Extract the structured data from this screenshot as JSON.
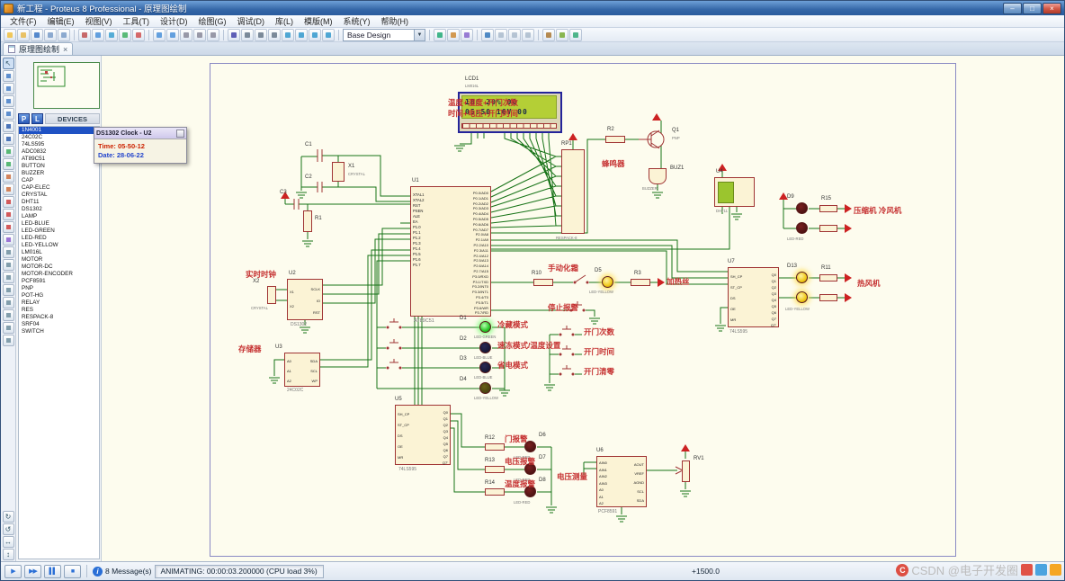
{
  "window": {
    "title": "新工程 - Proteus 8 Professional - 原理图绘制",
    "controls": {
      "minimize": "–",
      "maximize": "□",
      "close": "×"
    }
  },
  "menubar": {
    "items": [
      "文件(F)",
      "编辑(E)",
      "视图(V)",
      "工具(T)",
      "设计(D)",
      "绘图(G)",
      "调试(D)",
      "库(L)",
      "模版(M)",
      "系统(Y)",
      "帮助(H)"
    ]
  },
  "toolbar": {
    "design_combo": "Base Design",
    "dropdown_glyph": "▼"
  },
  "tabbar": {
    "tabs": [
      {
        "label": "原理图绘制",
        "close_glyph": "×"
      }
    ]
  },
  "icons": {
    "pointer": "↖",
    "rotate_cw": "↻",
    "rotate_ccw": "↺",
    "mirror_h": "↔",
    "mirror_v": "↕"
  },
  "sidebar": {
    "pick_label": "P",
    "library_label": "L",
    "header": "DEVICES",
    "selected_device": "1N4001",
    "devices": [
      "1N4001",
      "24C02C",
      "74LS595",
      "ADC0832",
      "AT89C51",
      "BUTTON",
      "BUZZER",
      "CAP",
      "CAP-ELEC",
      "CRYSTAL",
      "DHT11",
      "DS1302",
      "LAMP",
      "LED-BLUE",
      "LED-GREEN",
      "LED-RED",
      "LED-YELLOW",
      "LM016L",
      "MOTOR",
      "MOTOR-DC",
      "MOTOR-ENCODER",
      "PCF8591",
      "PNP",
      "POT-HG",
      "RELAY",
      "RES",
      "RESPACK-8",
      "SRF04",
      "SWITCH"
    ]
  },
  "popup": {
    "title": "DS1302 Clock - U2",
    "time": "Time: 05-50-12",
    "date": "Date: 28-06-22"
  },
  "schematic": {
    "lcd": {
      "ref": "LCD1",
      "type": "LM016L",
      "line1": "18C 20%  00",
      "line2": "05:50 16V 00"
    },
    "ann": {
      "lcd_top": "温度+湿度+开门次数",
      "lcd_bottom": "时间+电压+开门时间",
      "buzzer": "蜂鸣器",
      "compressor": "压缩机 冷风机",
      "hot_fan": "热风机",
      "heater": "加热丝",
      "manual_defrost": "手动化霜",
      "stop_alarm": "停止报警",
      "rtc": "实时时钟",
      "memory": "存储器",
      "mode_cold": "冷藏模式",
      "mode_freeze": "速冻模式/温度设置",
      "mode_eco": "省电模式",
      "door_count": "开门次数",
      "door_time": "开门时间",
      "door_clear": "开门清零",
      "alarm_door": "门报警",
      "alarm_volt": "电压报警",
      "alarm_temp": "温度报警",
      "volt_measure": "电压测量"
    },
    "comp": {
      "u1": {
        "ref": "U1",
        "type": "AT89C51"
      },
      "u2": {
        "ref": "U2",
        "type": "DS1302"
      },
      "u3": {
        "ref": "U3",
        "type": "24C02C"
      },
      "u4": {
        "ref": "U4",
        "type": "DHT11"
      },
      "u5": {
        "ref": "U5",
        "type": "74LS595"
      },
      "u6": {
        "ref": "U6",
        "type": "PCF8591"
      },
      "u7": {
        "ref": "U7",
        "type": "74LS595"
      },
      "rp1": {
        "ref": "RP1",
        "type": "RESPACK-8"
      },
      "x1": {
        "ref": "X1",
        "type": "CRYSTAL"
      },
      "x2": {
        "ref": "X2",
        "type": "CRYSTAL"
      },
      "c1": {
        "ref": "C1"
      },
      "c2": {
        "ref": "C2"
      },
      "c3": {
        "ref": "C3"
      },
      "r1": {
        "ref": "R1"
      },
      "r2": {
        "ref": "R2"
      },
      "r3": {
        "ref": "R3"
      },
      "r10": {
        "ref": "R10"
      },
      "r11": {
        "ref": "R11"
      },
      "r12": {
        "ref": "R12"
      },
      "r13": {
        "ref": "R13"
      },
      "r14": {
        "ref": "R14"
      },
      "r15": {
        "ref": "R15"
      },
      "q1": {
        "ref": "Q1",
        "type": "PNP"
      },
      "buz1": {
        "ref": "BUZ1",
        "type": "BUZZER"
      },
      "rv1": {
        "ref": "RV1"
      },
      "d1": {
        "ref": "D1",
        "type": "LED-GREEN"
      },
      "d2": {
        "ref": "D2",
        "type": "LED-BLUE"
      },
      "d3": {
        "ref": "D3",
        "type": "LED-BLUE"
      },
      "d4": {
        "ref": "D4",
        "type": "LED-YELLOW"
      },
      "d5": {
        "ref": "D5",
        "type": "LED-YELLOW"
      },
      "d6": {
        "ref": "D6",
        "type": "LED-RED"
      },
      "d7": {
        "ref": "D7",
        "type": "LED-RED"
      },
      "d8": {
        "ref": "D8",
        "type": "LED-RED"
      },
      "d9": {
        "ref": "D9",
        "type": "LED-RED"
      },
      "d13": {
        "ref": "D13",
        "type": "LED-YELLOW"
      }
    },
    "pins": {
      "u1_left": [
        "XTAL1",
        "XTAL2",
        "RST",
        "PSEN",
        "ALE",
        "EA",
        "P1.0",
        "P1.1",
        "P1.2",
        "P1.3",
        "P1.4",
        "P1.5",
        "P1.6",
        "P1.7"
      ],
      "u1_right": [
        "P0.0/AD0",
        "P0.1/AD1",
        "P0.2/AD2",
        "P0.3/AD3",
        "P0.4/AD4",
        "P0.5/AD5",
        "P0.6/AD6",
        "P0.7/AD7",
        "P2.0/A8",
        "P2.1/A9",
        "P2.2/A10",
        "P2.3/A11",
        "P2.4/A12",
        "P2.5/A13",
        "P2.6/A14",
        "P2.7/A15",
        "P3.0/RXD",
        "P3.1/TXD",
        "P3.2/INT0",
        "P3.3/INT1",
        "P3.4/T0",
        "P3.5/T1",
        "P3.6/WR",
        "P3.7/RD"
      ],
      "sr_left": [
        "SH_CP",
        "ST_CP",
        "DS",
        "OE",
        "MR"
      ],
      "sr_right": [
        "Q0",
        "Q1",
        "Q2",
        "Q3",
        "Q4",
        "Q5",
        "Q6",
        "Q7",
        "Q7'"
      ],
      "u6_left": [
        "AIN0",
        "AIN1",
        "AIN2",
        "AIN3",
        "A0",
        "A1",
        "A2"
      ],
      "u6_right": [
        "AOUT",
        "VREF",
        "AGND",
        "SCL",
        "SDA"
      ],
      "u3_left": [
        "A0",
        "A1",
        "A2"
      ],
      "u3_right": [
        "SDA",
        "SCL",
        "WP"
      ],
      "u2_left": [
        "X1",
        "X2"
      ],
      "u2_right": [
        "SCLK",
        "IO",
        "RST"
      ]
    }
  },
  "statusbar": {
    "play_glyph": "▶",
    "step_glyph": "▶▶",
    "pause_glyph": "▌▌",
    "stop_glyph": "■",
    "info_glyph": "i",
    "messages": "8 Message(s)",
    "status": "ANIMATING: 00:00:03.200000 (CPU load 3%)",
    "position": "+1500.0"
  },
  "watermark": {
    "logo": "C",
    "text": "CSDN @电子开发圈"
  }
}
